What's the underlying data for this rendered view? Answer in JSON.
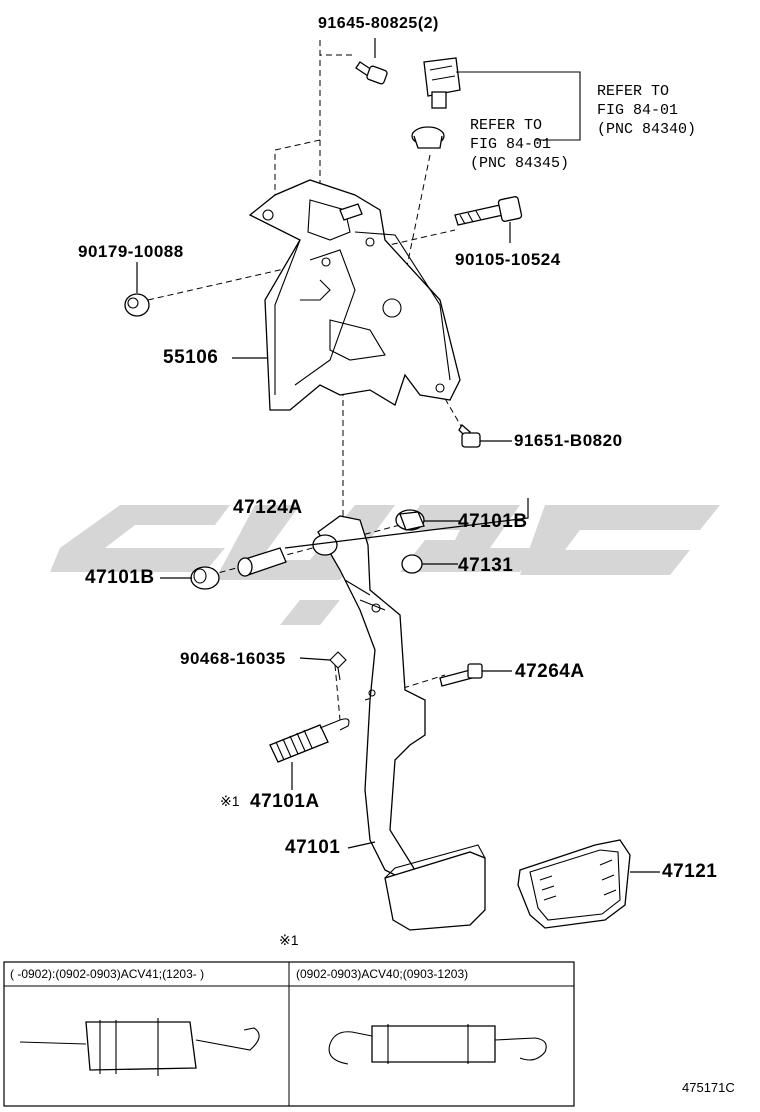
{
  "labels": {
    "bolt_top": "91645-80825(2)",
    "refer_1": "REFER TO\nFIG 84-01\n(PNC 84340)",
    "refer_2": "REFER TO\nFIG 84-01\n(PNC 84345)",
    "nut_left": "90179-10088",
    "bolt_right": "90105-10524",
    "bracket": "55106",
    "bolt_lower": "91651-B0820",
    "collar": "47124A",
    "bushing_right": "47101B",
    "bushing_left": "47101B",
    "cushion": "47131",
    "clip": "90468-16035",
    "bolt_pedal": "47264A",
    "spring_mark": "※1",
    "spring": "47101A",
    "pedal": "47101",
    "pad": "47121"
  },
  "inset": {
    "marker": "※1",
    "left_header": "(  -0902):(0902-0903)ACV41;(1203-  )",
    "right_header": "(0902-0903)ACV40;(0903-1203)"
  },
  "diagram_id": "475171C",
  "colors": {
    "line": "#000000",
    "watermark": "#cfcfcf",
    "background": "#ffffff"
  }
}
